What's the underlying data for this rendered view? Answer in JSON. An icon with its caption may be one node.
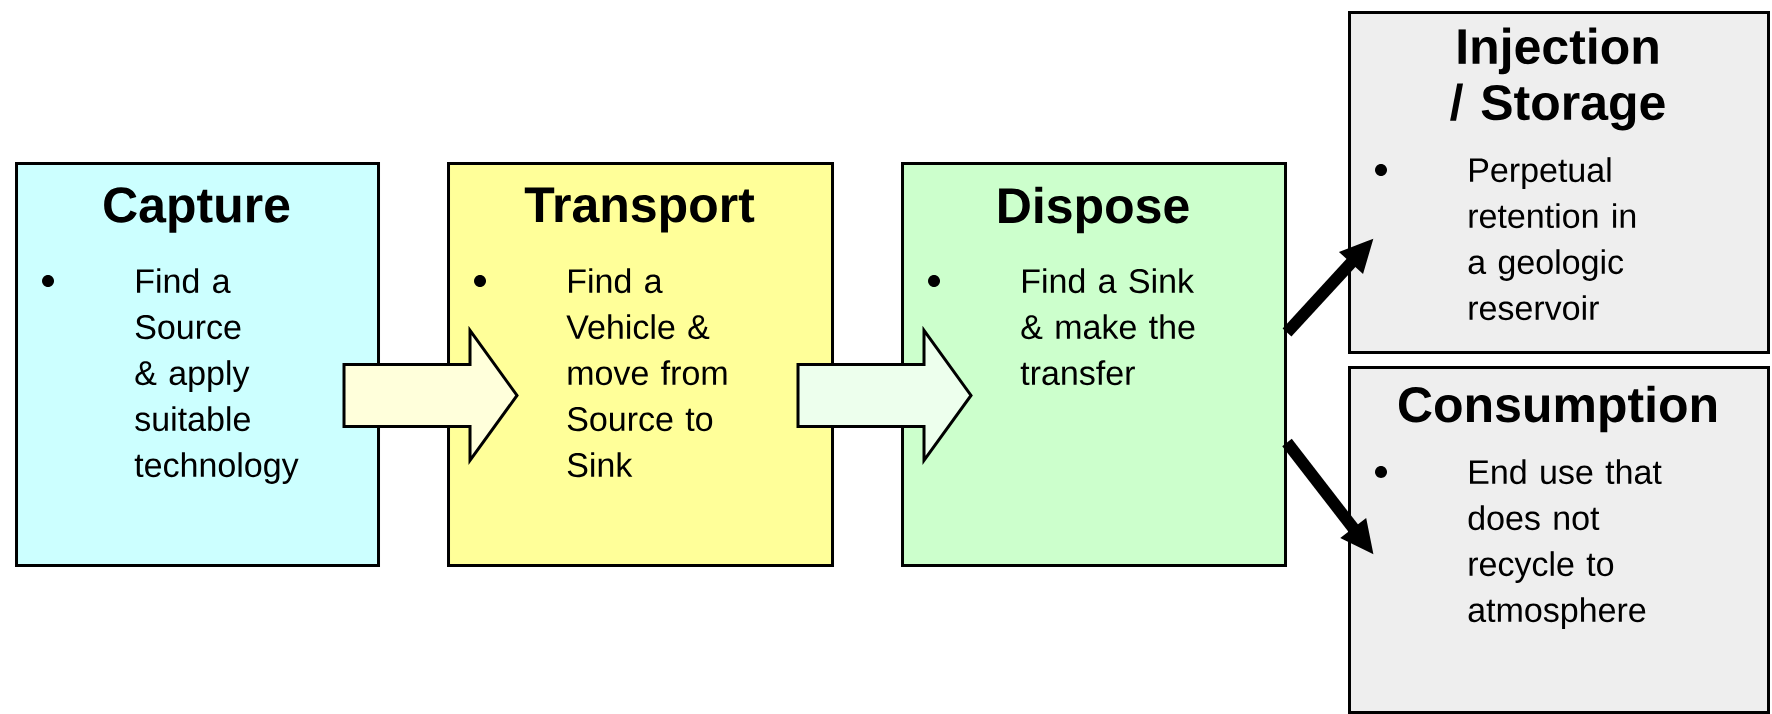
{
  "diagram": {
    "nodes": [
      {
        "text": [
          "Capture",
          "Find a Source & apply suitable technology"
        ]
      },
      {
        "text": [
          "Transport",
          "Find a Vehicle & move from Source to Sink"
        ]
      },
      {
        "text": [
          "Dispose",
          "Find a Sink & make the transfer"
        ]
      },
      {
        "text": [
          "Injection / Storage",
          "Perpetual retention in a geologic reservoir"
        ]
      },
      {
        "text": [
          "Consumption",
          "End use that does not recycle to atmosphere"
        ]
      }
    ],
    "edges": [
      {
        "from": 0,
        "to": 1,
        "arrow": "to"
      },
      {
        "from": 1,
        "to": 2,
        "arrow": "to"
      },
      {
        "from": 2,
        "to": 3,
        "arrow": "to"
      },
      {
        "from": 2,
        "to": 4,
        "arrow": "to"
      }
    ]
  }
}
